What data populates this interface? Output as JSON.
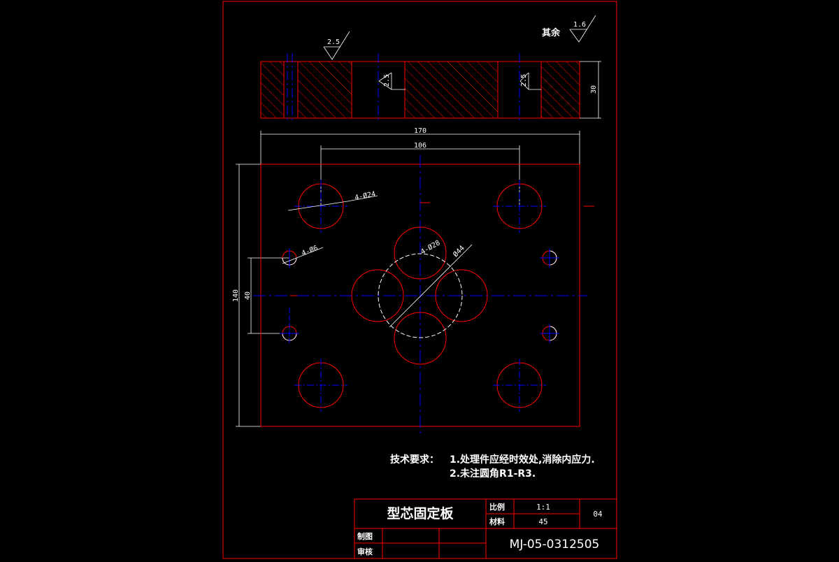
{
  "colors": {
    "background": "#000000",
    "outline": "#ff0000",
    "centerline": "#0000ff",
    "text": "#ffffff",
    "hatch": "#ff0000"
  },
  "surface_finish": {
    "top_label": "2.5",
    "slot_left": "2.5",
    "slot_right": "2.5",
    "general_prefix": "其余",
    "general_value": "1.6"
  },
  "dimensions": {
    "thickness": "30",
    "overall_width": "170",
    "hole_spacing": "106",
    "overall_height": "140",
    "pin_spacing": "40",
    "large_holes": "4-Ø24",
    "pin_holes": "4-Ø6",
    "cavity_holes": "4-Ø28",
    "center_circle": "Ø44"
  },
  "tech_requirements": {
    "heading": "技术要求：",
    "items": [
      "1.处理件应经时效处,消除内应力.",
      "2.未注圆角R1-R3."
    ]
  },
  "title_block": {
    "part_name": "型芯固定板",
    "scale_label": "比例",
    "scale_value": "1:1",
    "material_label": "材料",
    "material_value": "45",
    "sheet_no": "04",
    "drawn_label": "制图",
    "checked_label": "审核",
    "drawing_no": "MJ-05-0312505"
  }
}
